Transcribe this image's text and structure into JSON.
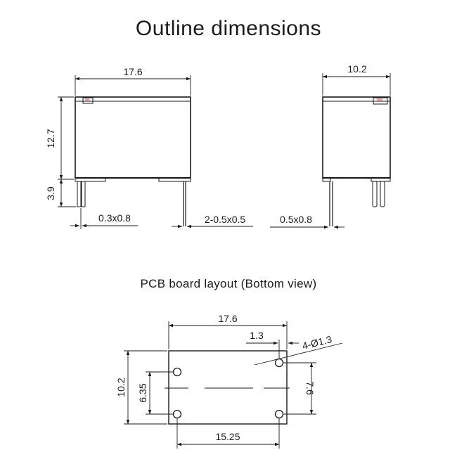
{
  "title": "Outline dimensions",
  "pcb_title": "PCB board layout (Bottom view)",
  "side_view": {
    "width": "17.6",
    "height": "12.7",
    "pin_length": "3.9",
    "pin_left": "0.3x0.8",
    "pin_right": "2-0.5x0.5"
  },
  "end_view": {
    "width": "10.2",
    "pin": "0.5x0.8"
  },
  "pcb": {
    "length": "17.6",
    "offset": "1.3",
    "holes": "4-Ø1.3",
    "height": "10.2",
    "pitch_left": "6.35",
    "pitch_right": "7.6",
    "spacing": "15.25"
  }
}
